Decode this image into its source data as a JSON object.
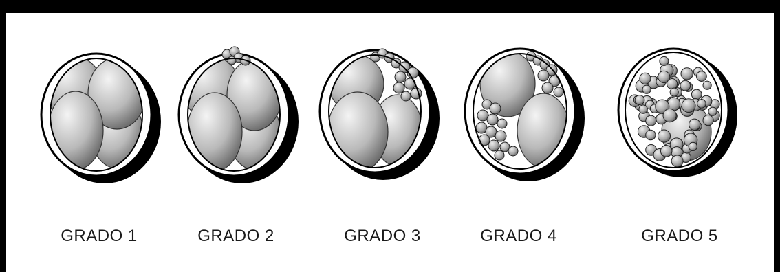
{
  "embryos": [
    {
      "label": "GRADO 1",
      "grade": 1
    },
    {
      "label": "GRADO 2",
      "grade": 2
    },
    {
      "label": "GRADO 3",
      "grade": 3
    },
    {
      "label": "GRADO 4",
      "grade": 4
    },
    {
      "label": "GRADO 5",
      "grade": 5
    }
  ],
  "colors": {
    "background": "#ffffff",
    "frame": "#000000",
    "outline": "#000000",
    "cell_light": "#f2f2f2",
    "cell_dark": "#6e6e6e"
  }
}
